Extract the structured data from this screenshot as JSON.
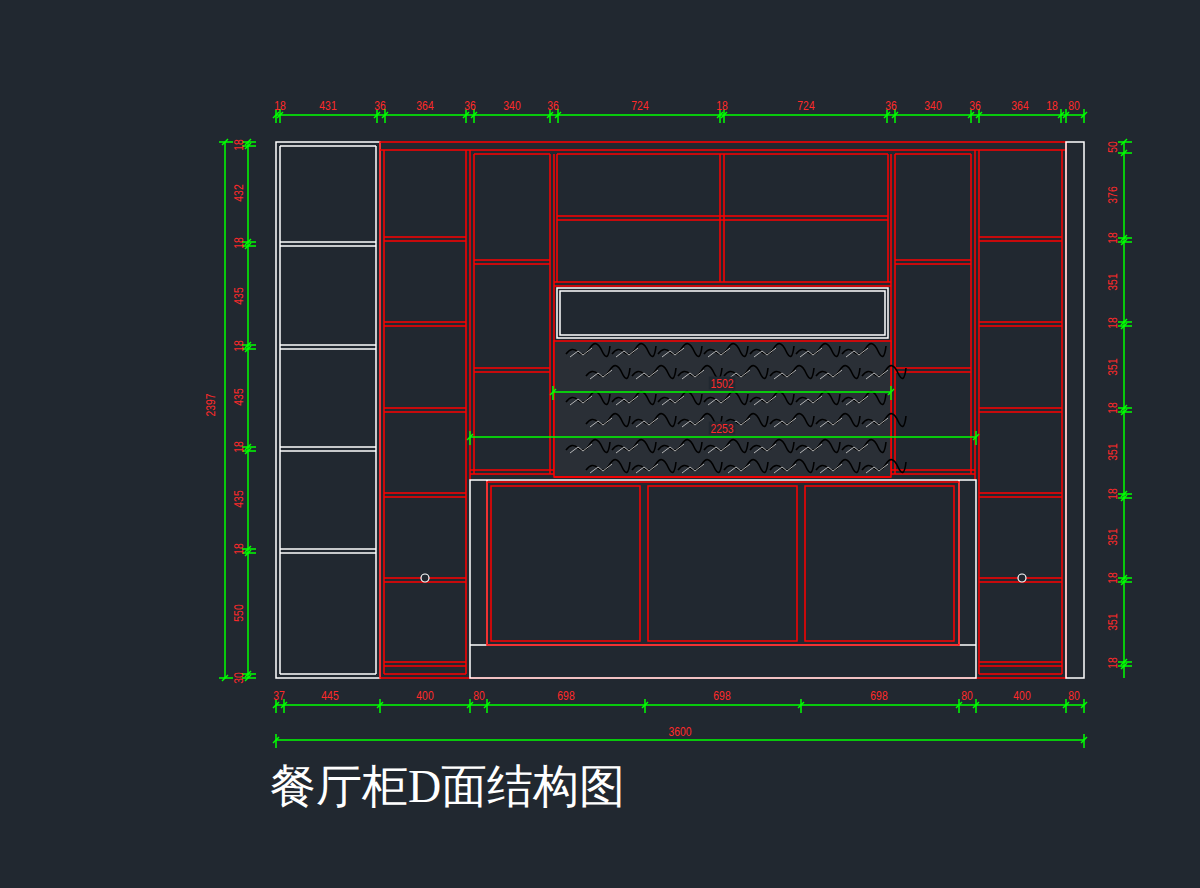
{
  "diagram": {
    "title": "餐厅柜D面结构图",
    "labels": [
      "18",
      "431",
      "36",
      "364",
      "36",
      "340",
      "36",
      "724",
      "18",
      "724",
      "36",
      "340",
      "36",
      "364",
      "18",
      "80",
      "1502",
      "2253",
      "2397",
      "18",
      "432",
      "18",
      "435",
      "18",
      "435",
      "18",
      "435",
      "18",
      "550",
      "30",
      "50",
      "376",
      "18",
      "351",
      "18",
      "351",
      "18",
      "351",
      "18",
      "351",
      "18",
      "351",
      "18",
      "37",
      "445",
      "400",
      "80",
      "698",
      "698",
      "698",
      "80",
      "400",
      "80",
      "3600"
    ]
  }
}
